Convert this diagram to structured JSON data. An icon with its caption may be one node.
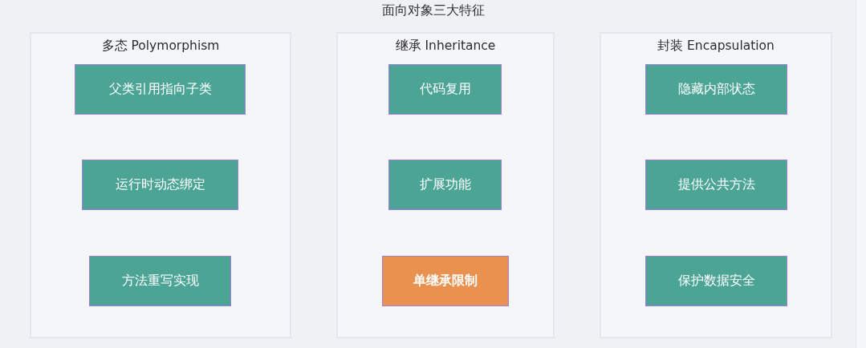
{
  "diagram": {
    "title": "面向对象三大特征",
    "nodes": [
      {
        "text": [
          "多态 Polymorphism"
        ]
      },
      {
        "text": [
          "父类引用指向子类"
        ],
        "in": 0
      },
      {
        "text": [
          "运行时动态绑定"
        ],
        "in": 0
      },
      {
        "text": [
          "方法重写实现"
        ],
        "in": 0
      },
      {
        "text": [
          "继承 Inheritance"
        ]
      },
      {
        "text": [
          "代码复用"
        ],
        "in": 4
      },
      {
        "text": [
          "扩展功能"
        ],
        "in": 4
      },
      {
        "text": [
          "单继承限制"
        ],
        "in": 4
      },
      {
        "text": [
          "封装 Encapsulation"
        ]
      },
      {
        "text": [
          "隐藏内部状态"
        ],
        "in": 8
      },
      {
        "text": [
          "提供公共方法"
        ],
        "in": 8
      },
      {
        "text": [
          "保护数据安全"
        ],
        "in": 8
      }
    ]
  }
}
